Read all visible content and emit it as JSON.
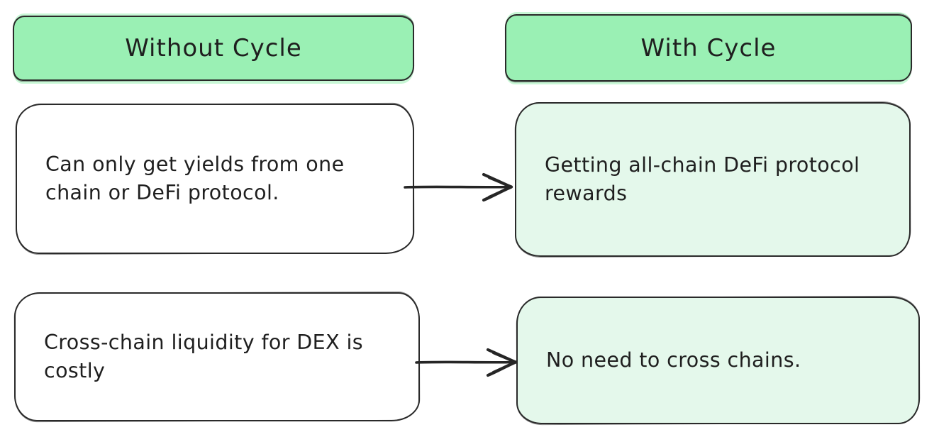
{
  "diagram": {
    "headers": {
      "without": "Without Cycle",
      "with": "With Cycle"
    },
    "rows": [
      {
        "without": "Can only get yields from one chain or DeFi protocol.",
        "with": "Getting all-chain DeFi protocol rewards"
      },
      {
        "without": "Cross-chain liquidity for DEX is costly",
        "with": "No need to cross chains."
      }
    ],
    "icons": {
      "arrow": "arrow-right-icon"
    },
    "colors": {
      "header_fill": "#9af0b4",
      "result_fill": "#e4f8eb",
      "problem_fill": "#ffffff",
      "stroke": "#2a2a2a",
      "text": "#1f1f1f",
      "background": "#ffffff"
    }
  }
}
